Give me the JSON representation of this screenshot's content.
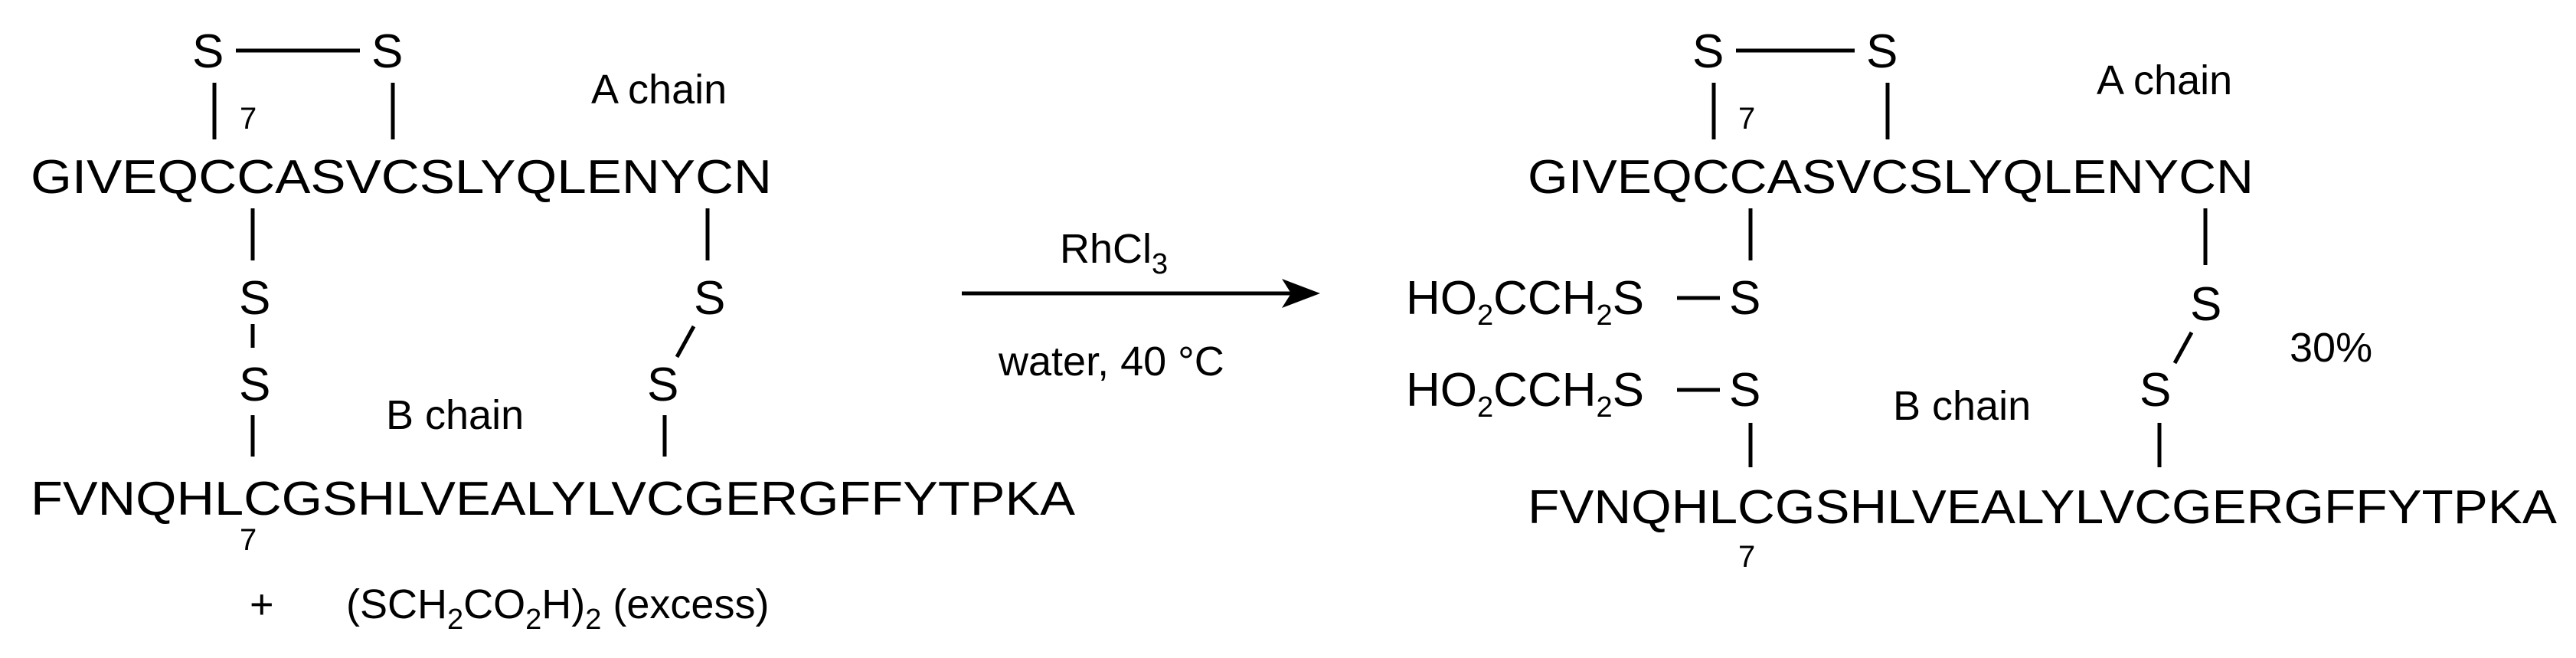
{
  "reactant": {
    "a_chain_sequence": "GIVEQCCASVCSLYQLENYCN",
    "a_chain_label": "A chain",
    "b_chain_sequence": "FVNQHLCGSHLVEALYLVCGERGFFYTPKA",
    "b_chain_label": "B chain",
    "sulfur": "S",
    "position_label": "7",
    "plus_sign": "+",
    "reagent_text": "(SCH2CO2H)2 (excess)"
  },
  "conditions": {
    "catalyst": "RhCl3",
    "solvent_temperature": "water, 40 °C"
  },
  "product": {
    "a_chain_sequence": "GIVEQCCASVCSLYQLENYCN",
    "a_chain_label": "A chain",
    "b_chain_sequence": "FVNQHLCGSHLVEALYLVCGERGFFYTPKA",
    "b_chain_label": "B chain",
    "sulfur": "S",
    "position_label": "7",
    "mixed_disulfide_group": "HO2CCH2S",
    "yield": "30%"
  }
}
